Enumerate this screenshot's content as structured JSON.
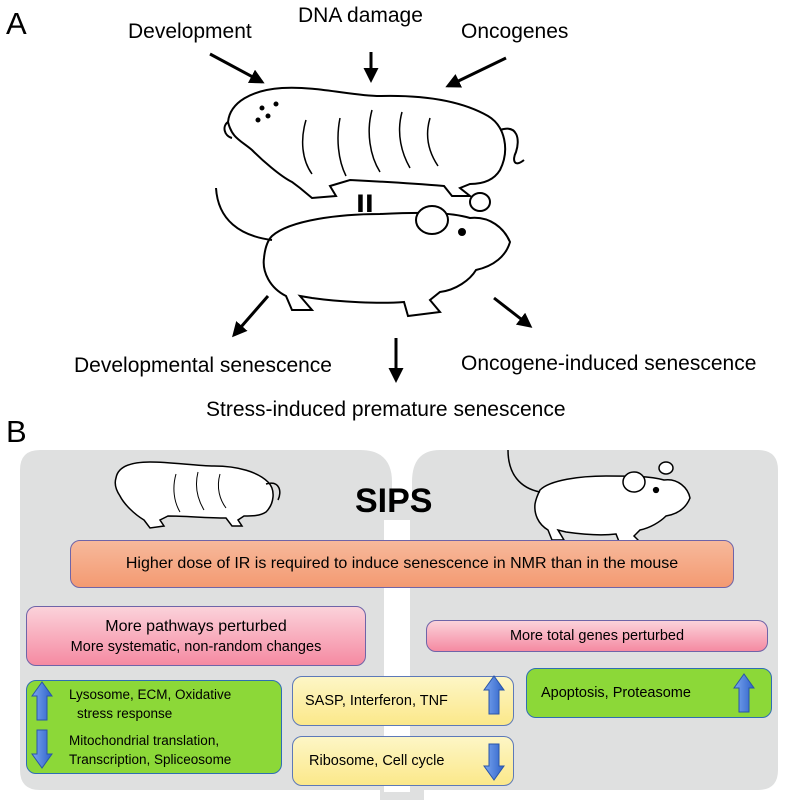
{
  "panel_a": {
    "letter": "A",
    "inputs": {
      "development": "Development",
      "dna_damage": "DNA damage",
      "oncogenes": "Oncogenes"
    },
    "equals_sign": "II",
    "outputs": {
      "developmental": "Developmental senescence",
      "oncogene_induced": "Oncogene-induced senescence",
      "stress_induced": "Stress-induced premature senescence"
    }
  },
  "panel_b": {
    "letter": "B",
    "title": "SIPS",
    "dose_note": "Higher dose of IR is required to induce senescence in NMR than in the mouse",
    "nmr_pathways": {
      "line1": "More pathways perturbed",
      "line2": "More systematic, non-random changes"
    },
    "mouse_genes": "More total genes perturbed",
    "nmr_up": {
      "line1": "Lysosome, ECM, Oxidative",
      "line2": "stress response"
    },
    "nmr_down": {
      "line1": "Mitochondrial translation,",
      "line2": "Transcription, Spliceosome"
    },
    "shared_up": "SASP, Interferon, TNF",
    "shared_down": "Ribosome, Cell cycle",
    "mouse_up": "Apoptosis, Proteasome"
  },
  "colors": {
    "panel_bg": "#dfe0e0",
    "orange_box": "#f39a72",
    "pink_box": "#f58aa2",
    "green_box": "#8cd838",
    "yellow_box": "#fbe88a",
    "arrow_blue": "#4a7fdc"
  },
  "icons": [
    "naked-mole-rat-icon",
    "mouse-icon",
    "arrow-up-icon",
    "arrow-down-icon"
  ]
}
